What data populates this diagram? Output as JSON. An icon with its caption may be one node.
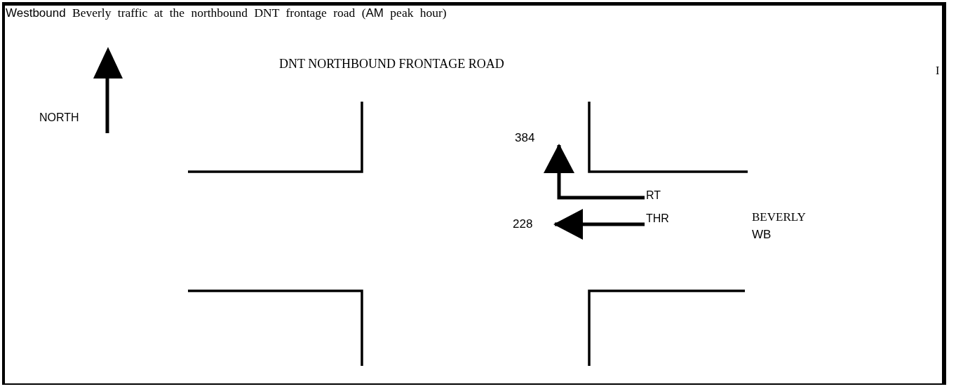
{
  "diagram": {
    "title": "**Westbound** Beverly traffic at the northbound DNT frontage road (**AM** peak hour)",
    "nodes": [
      {
        "text": [
          "384"
        ]
      },
      {
        "text": [
          "228"
        ]
      },
      {
        "text": [
          "RT"
        ]
      },
      {
        "text": [
          "THR"
        ]
      }
    ],
    "edges": [
      {
        "from": 2,
        "to": 0,
        "arrow": "to"
      },
      {
        "from": 3,
        "to": 1,
        "arrow": "to"
      }
    ],
    "labels": [
      "I",
      "DNT NORTHBOUND FRONTAGE ROAD",
      "NORTH",
      "BEVERLY",
      "WB"
    ]
  }
}
